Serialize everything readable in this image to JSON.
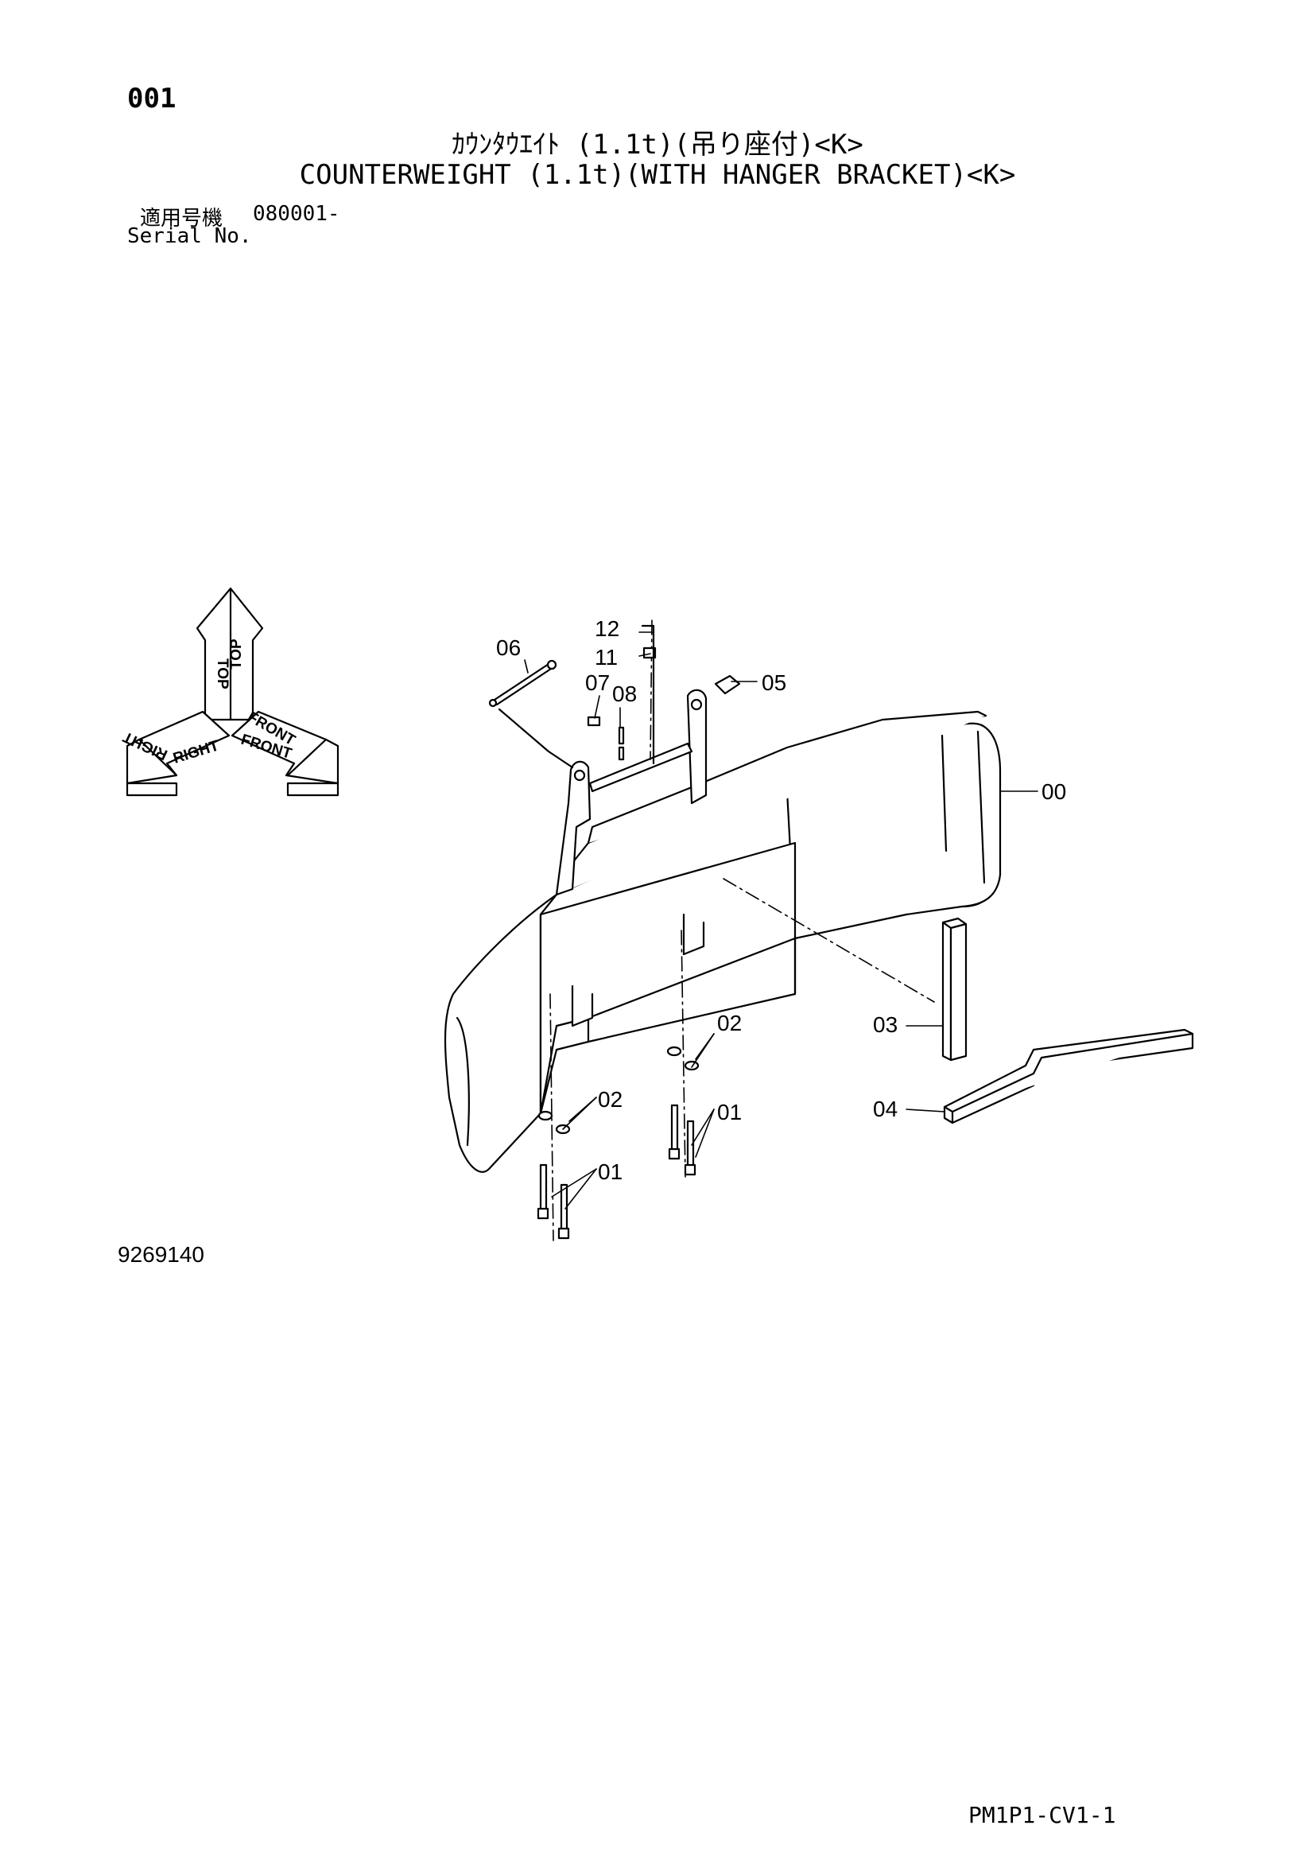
{
  "header": {
    "page_number": "001",
    "title_ja": "ｶｳﾝﾀｳｴｲﾄ (1.1t)(吊り座付)<K>",
    "title_en": "COUNTERWEIGHT (1.1t)(WITH HANGER BRACKET)<K>",
    "serial_label_ja": "適用号機",
    "serial_value": "080001-",
    "serial_label_en": "Serial No."
  },
  "orientation_indicator": {
    "top": "TOP",
    "right": "RIGHT",
    "front": "FRONT"
  },
  "callouts": {
    "c00": "00",
    "c01a": "01",
    "c01b": "01",
    "c02a": "02",
    "c02b": "02",
    "c03": "03",
    "c04": "04",
    "c05": "05",
    "c06": "06",
    "c07": "07",
    "c08": "08",
    "c11": "11",
    "c12": "12"
  },
  "footer": {
    "drawing_number": "9269140",
    "page_code": "PM1P1-CV1-1"
  }
}
